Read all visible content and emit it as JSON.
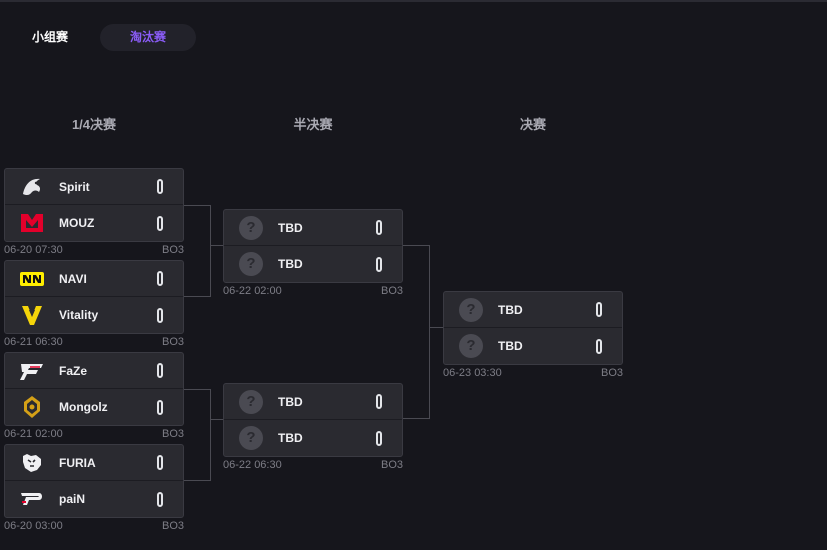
{
  "tabs": {
    "group_label": "小组赛",
    "knockout_label": "淘汰赛"
  },
  "rounds": {
    "quarter": "1/4决赛",
    "semi": "半决赛",
    "final": "决赛"
  },
  "quarterfinals": [
    {
      "team1": "Spirit",
      "team2": "MOUZ",
      "time": "06-20 07:30",
      "format": "BO3"
    },
    {
      "team1": "NAVI",
      "team2": "Vitality",
      "time": "06-21 06:30",
      "format": "BO3"
    },
    {
      "team1": "FaZe",
      "team2": "Mongolz",
      "time": "06-21 02:00",
      "format": "BO3"
    },
    {
      "team1": "FURIA",
      "team2": "paiN",
      "time": "06-20 03:00",
      "format": "BO3"
    }
  ],
  "semifinals": [
    {
      "team1": "TBD",
      "team2": "TBD",
      "time": "06-22 02:00",
      "format": "BO3"
    },
    {
      "team1": "TBD",
      "team2": "TBD",
      "time": "06-22 06:30",
      "format": "BO3"
    }
  ],
  "final": [
    {
      "team1": "TBD",
      "team2": "TBD",
      "time": "06-23 03:30",
      "format": "BO3"
    }
  ],
  "unknown_glyph": "?",
  "colors": {
    "background": "#16161c",
    "card": "#2a2a30",
    "accent": "#8a5cf6",
    "mouz_red": "#e3002b",
    "navi_yellow": "#ffee00",
    "vitality_yellow": "#f5d50a",
    "mongolz_gold": "#d4a017"
  },
  "icons": {
    "spirit": "dragon-icon",
    "mouz": "mouz-logo-icon",
    "navi": "navi-logo-icon",
    "vitality": "vitality-bee-icon",
    "faze": "faze-logo-icon",
    "mongolz": "mongolz-logo-icon",
    "furia": "panther-icon",
    "pain": "pain-logo-icon",
    "tbd": "question-mark-icon"
  }
}
